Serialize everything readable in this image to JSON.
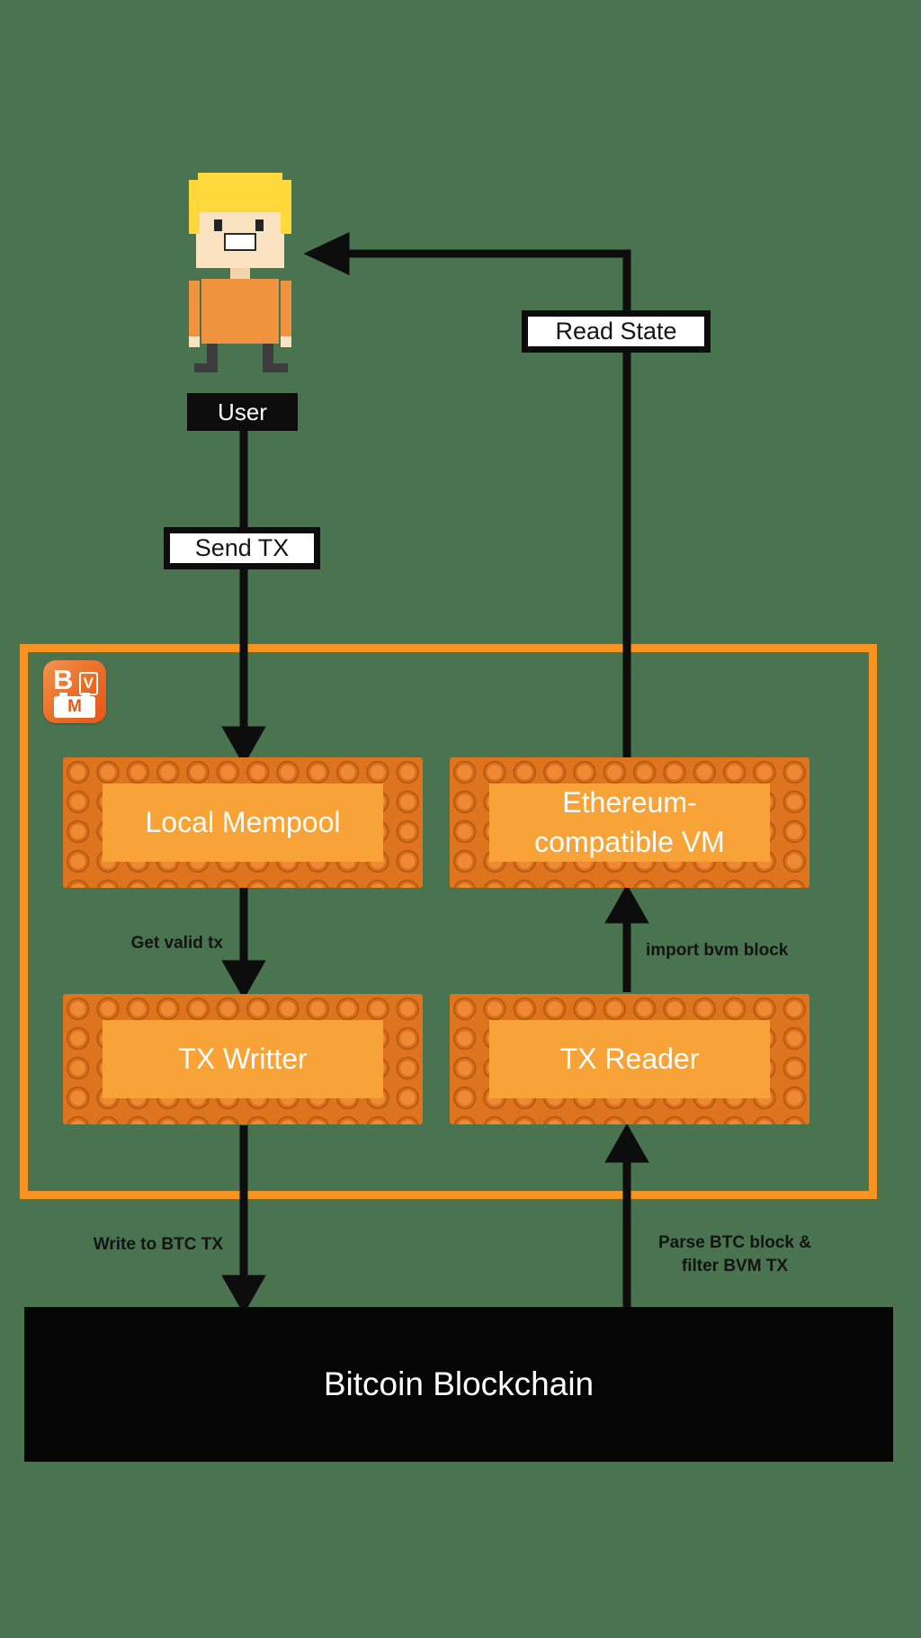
{
  "colors": {
    "bg": "#4A7350",
    "accent-orange": "#F79421",
    "lego-border": "#DE741E",
    "lego-panel": "#F8A337",
    "ink": "#0C0C0C"
  },
  "character": {
    "label": "User"
  },
  "flow": {
    "send_tx": "Send TX",
    "read_state": "Read State",
    "get_valid_tx": "Get valid tx",
    "import_bvm_block": "import bvm block",
    "write_to_btc_tx": "Write to BTC TX",
    "parse_btc_line1": "Parse BTC block &",
    "parse_btc_line2": "filter BVM TX"
  },
  "nodes": {
    "local_mempool": "Local Mempool",
    "ethereum_vm": {
      "line1": "Ethereum-",
      "line2": "compatible VM"
    },
    "tx_writter": "TX Writter",
    "tx_reader": "TX Reader",
    "bitcoin_blockchain": "Bitcoin Blockchain"
  },
  "logo": {
    "b": "B",
    "v": "V",
    "m": "M"
  }
}
